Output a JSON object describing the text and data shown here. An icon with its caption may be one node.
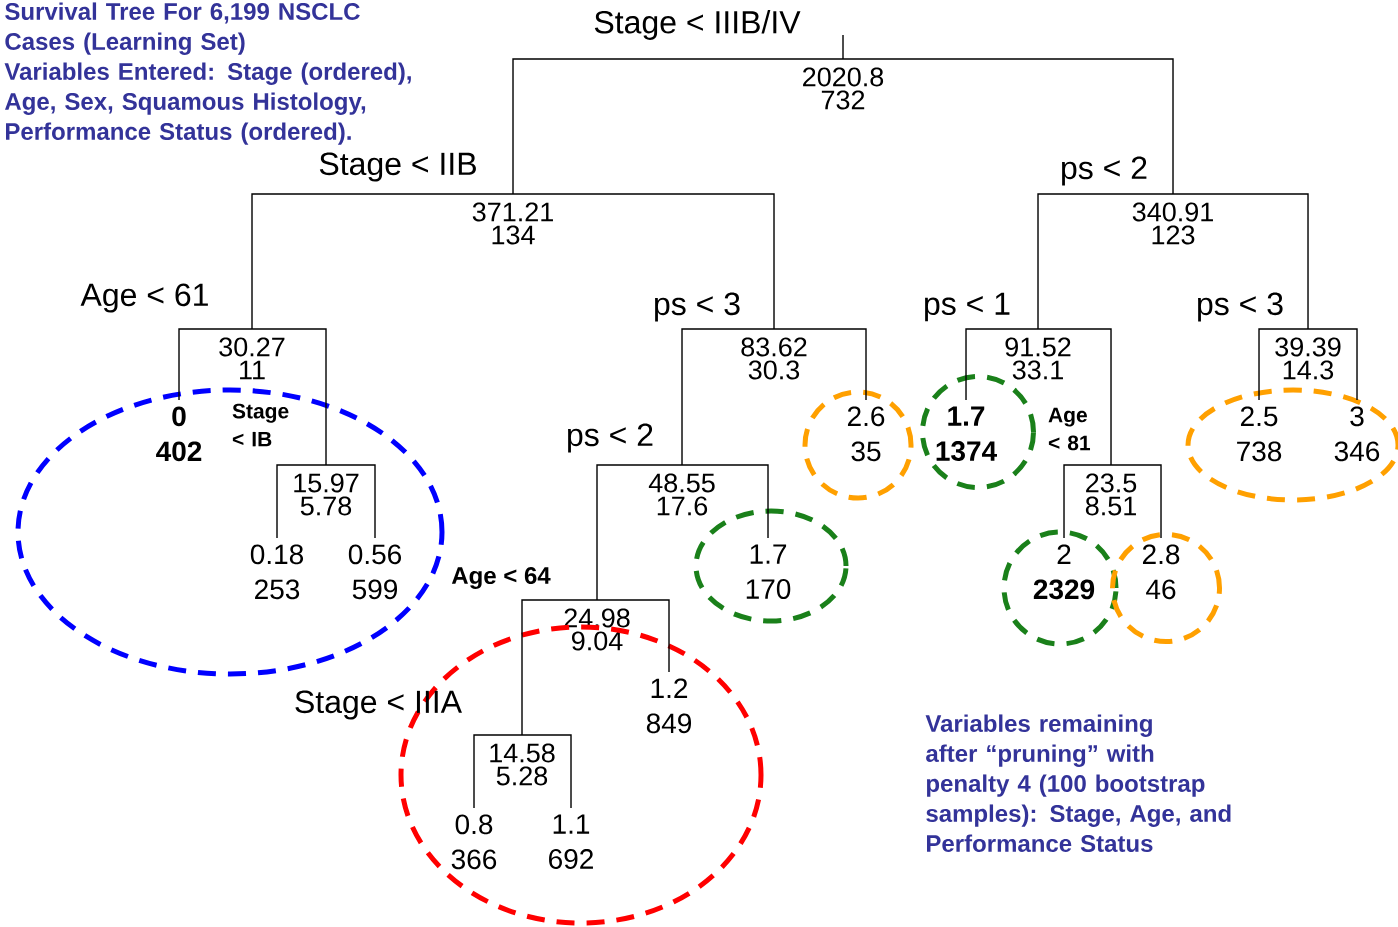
{
  "diagram": {
    "title": "Survival Tree For 6,199 NSCLC Cases (Learning Set)",
    "nodes": [
      {
        "text": [
          "2020.8",
          "732"
        ],
        "beside": [
          "Stage < IIIB/IV"
        ]
      },
      {
        "text": [
          "371.21",
          "134"
        ],
        "beside": [
          "Stage < IIB"
        ]
      },
      {
        "text": [
          "340.91",
          "123"
        ],
        "beside": [
          "ps < 2"
        ]
      },
      {
        "text": [
          "30.27",
          "11"
        ],
        "beside": [
          "Age < 61"
        ]
      },
      {
        "text": [
          "83.62",
          "30.3"
        ],
        "beside": [
          "ps < 3"
        ]
      },
      {
        "text": [
          "91.52",
          "33.1"
        ],
        "beside": [
          "ps < 1"
        ]
      },
      {
        "text": [
          "39.39",
          "14.3"
        ],
        "beside": [
          "ps < 3"
        ]
      },
      {
        "text": [],
        "shape": "ellipse"
      },
      {
        "text": [
          "0",
          "402"
        ],
        "in": 7
      },
      {
        "text": [
          "15.97",
          "5.78"
        ],
        "beside": [
          "Stage < IB"
        ],
        "in": 7
      },
      {
        "text": [
          "0.18",
          "253"
        ],
        "in": 7
      },
      {
        "text": [
          "0.56",
          "599"
        ],
        "in": 7
      },
      {
        "text": [
          "48.55",
          "17.6"
        ],
        "beside": [
          "ps < 2"
        ]
      },
      {
        "text": [],
        "shape": "circle"
      },
      {
        "text": [
          "2.6",
          "35"
        ],
        "in": 13
      },
      {
        "text": [],
        "shape": "circle"
      },
      {
        "text": [
          "1.7",
          "1374"
        ],
        "in": 15
      },
      {
        "text": [
          "23.5",
          "8.51"
        ],
        "beside": [
          "Age < 81"
        ]
      },
      {
        "text": [],
        "shape": "ellipse"
      },
      {
        "text": [
          "2.5",
          "738"
        ],
        "in": 18
      },
      {
        "text": [
          "3",
          "346"
        ],
        "in": 18
      },
      {
        "text": [],
        "shape": "ellipse"
      },
      {
        "text": [
          "1.7",
          "170"
        ],
        "in": 21
      },
      {
        "text": [
          "24.98",
          "9.04"
        ],
        "beside": [
          "Age < 64"
        ]
      },
      {
        "text": [],
        "shape": "circle"
      },
      {
        "text": [
          "2",
          "2329"
        ],
        "in": 24
      },
      {
        "text": [],
        "shape": "circle"
      },
      {
        "text": [
          "2.8",
          "46"
        ],
        "in": 26
      },
      {
        "text": [],
        "shape": "ellipse"
      },
      {
        "text": [
          "1.2",
          "849"
        ],
        "in": 28
      },
      {
        "text": [
          "14.58",
          "5.28"
        ],
        "beside": [
          "Stage < IIIA"
        ],
        "in": 28
      },
      {
        "text": [
          "0.8",
          "366"
        ],
        "in": 28
      },
      {
        "text": [
          "1.1",
          "692"
        ],
        "in": 28
      }
    ],
    "edges": [
      {
        "from": 0,
        "to": 1,
        "arrow": "none"
      },
      {
        "from": 0,
        "to": 2,
        "arrow": "none"
      },
      {
        "from": 1,
        "to": 3,
        "arrow": "none"
      },
      {
        "from": 1,
        "to": 4,
        "arrow": "none"
      },
      {
        "from": 3,
        "to": 8,
        "arrow": "none"
      },
      {
        "from": 3,
        "to": 9,
        "arrow": "none"
      },
      {
        "from": 9,
        "to": 10,
        "arrow": "none"
      },
      {
        "from": 9,
        "to": 11,
        "arrow": "none"
      },
      {
        "from": 4,
        "to": 12,
        "arrow": "none"
      },
      {
        "from": 4,
        "to": 14,
        "arrow": "none"
      },
      {
        "from": 12,
        "to": 23,
        "arrow": "none"
      },
      {
        "from": 12,
        "to": 22,
        "arrow": "none"
      },
      {
        "from": 23,
        "to": 30,
        "arrow": "none"
      },
      {
        "from": 23,
        "to": 29,
        "arrow": "none"
      },
      {
        "from": 30,
        "to": 31,
        "arrow": "none"
      },
      {
        "from": 30,
        "to": 32,
        "arrow": "none"
      },
      {
        "from": 2,
        "to": 5,
        "arrow": "none"
      },
      {
        "from": 2,
        "to": 6,
        "arrow": "none"
      },
      {
        "from": 5,
        "to": 16,
        "arrow": "none"
      },
      {
        "from": 5,
        "to": 17,
        "arrow": "none"
      },
      {
        "from": 17,
        "to": 25,
        "arrow": "none"
      },
      {
        "from": 17,
        "to": 27,
        "arrow": "none"
      },
      {
        "from": 6,
        "to": 19,
        "arrow": "none"
      },
      {
        "from": 6,
        "to": 20,
        "arrow": "none"
      }
    ],
    "labels": [
      "Variables Entered: Stage (ordered), Age, Sex, Squamous Histology, Performance Status (ordered).",
      "Variables remaining after “pruning” with penalty 4 (100 bootstrap samples): Stage, Age, and Performance Status"
    ]
  }
}
